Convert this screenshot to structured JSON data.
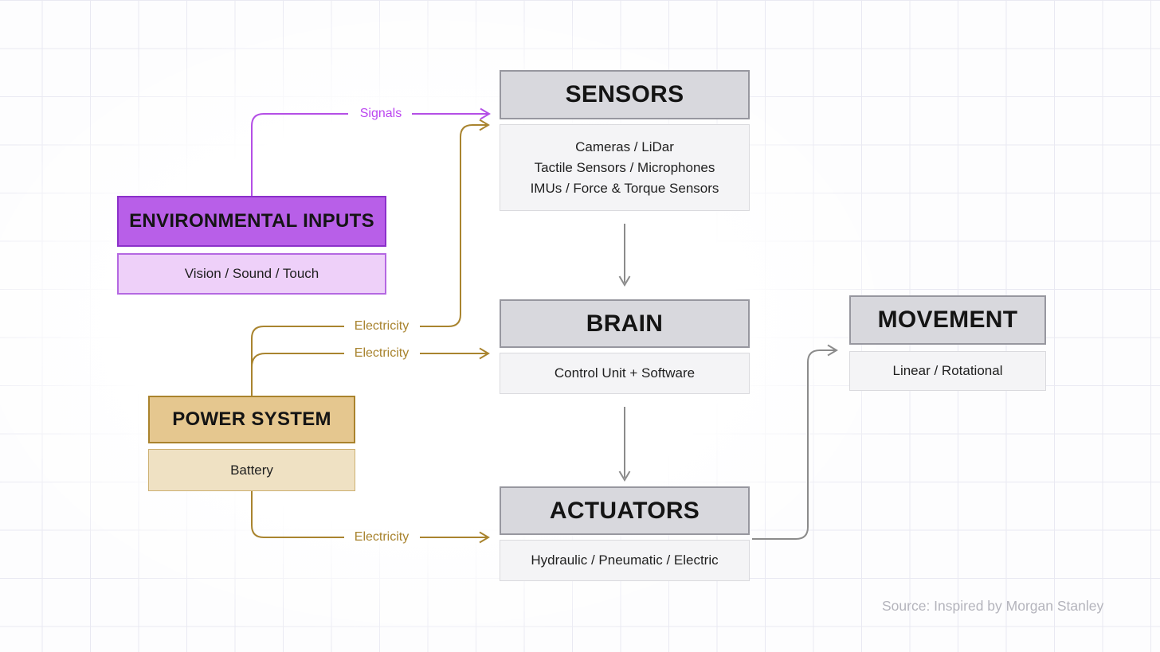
{
  "diagram": {
    "nodes": {
      "environmental_inputs": {
        "title": "ENVIRONMENTAL INPUTS",
        "body": "Vision / Sound / Touch",
        "header_fill": "#b85fe8",
        "header_border": "#8b30ca",
        "body_fill": "#eed0f9"
      },
      "sensors": {
        "title": "SENSORS",
        "body_lines": [
          "Cameras / LiDar",
          "Tactile Sensors / Microphones",
          "IMUs / Force & Torque Sensors"
        ],
        "header_fill": "#d8d8dd",
        "header_border": "#97979f",
        "body_fill": "#f4f4f6"
      },
      "brain": {
        "title": "BRAIN",
        "body": "Control Unit + Software",
        "header_fill": "#d8d8dd",
        "header_border": "#97979f",
        "body_fill": "#f4f4f6"
      },
      "power_system": {
        "title": "POWER SYSTEM",
        "body": "Battery",
        "header_fill": "#e5c78f",
        "header_border": "#aa832d",
        "body_fill": "#efe1c3"
      },
      "actuators": {
        "title": "ACTUATORS",
        "body": "Hydraulic / Pneumatic / Electric",
        "header_fill": "#d8d8dd",
        "header_border": "#97979f",
        "body_fill": "#f4f4f6"
      },
      "movement": {
        "title": "MOVEMENT",
        "body": "Linear / Rotational",
        "header_fill": "#d8d8dd",
        "header_border": "#97979f",
        "body_fill": "#f4f4f6"
      }
    },
    "connections": [
      {
        "from": "environmental_inputs",
        "to": "sensors",
        "label": "Signals",
        "color": "#bb46f0"
      },
      {
        "from": "power_system",
        "to": "sensors",
        "label": "Electricity",
        "color": "#a8832e"
      },
      {
        "from": "power_system",
        "to": "brain",
        "label": "Electricity",
        "color": "#a8832e"
      },
      {
        "from": "power_system",
        "to": "actuators",
        "label": "Electricity",
        "color": "#a8832e"
      },
      {
        "from": "sensors",
        "to": "brain",
        "label": "",
        "color": "#8b8b8b"
      },
      {
        "from": "brain",
        "to": "actuators",
        "label": "",
        "color": "#8b8b8b"
      },
      {
        "from": "actuators",
        "to": "movement",
        "label": "",
        "color": "#8b8b8b"
      }
    ],
    "source_note": "Source: Inspired by Morgan Stanley"
  }
}
